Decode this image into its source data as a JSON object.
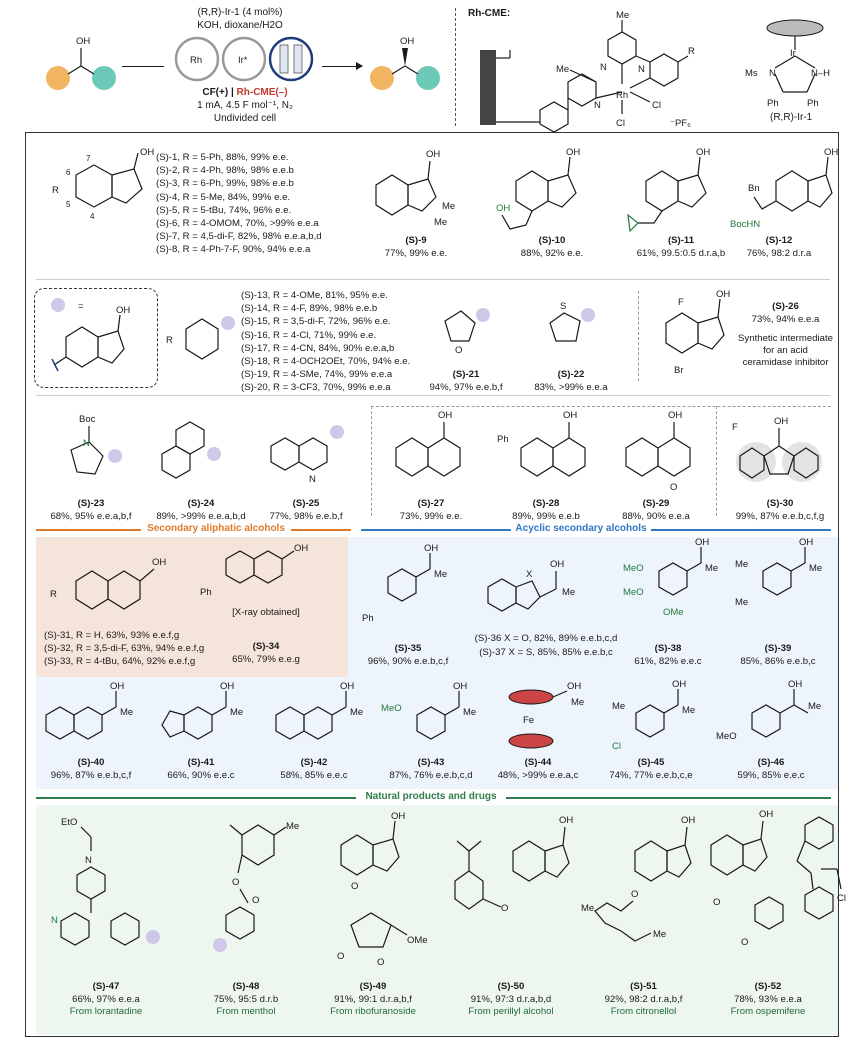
{
  "scheme": {
    "catalyst_line": "(R,R)-Ir-1 (4 mol%)",
    "base_line": "KOH, dioxane/H2O",
    "cycle_rh": "Rh",
    "cycle_ir": "Ir*",
    "electrodes_line_a": "CF(+) | ",
    "electrodes_line_b": "Rh-CME(–)",
    "current_line": "1 mA, 4.5 F mol⁻¹, N₂",
    "cell_line": "Undivided cell",
    "oh": "OH",
    "rhcme_title": "Rh-CME:",
    "me": "Me",
    "r": "R",
    "rh": "Rh",
    "cl": "Cl",
    "pf6": "⁻PF₆",
    "ms": "Ms",
    "nh": "N–H",
    "n": "N",
    "ir": "Ir",
    "ph": "Ph",
    "ir_caption": "(R,R)-Ir-1"
  },
  "indanol_list": [
    "(S)-1, R = 5-Ph, 88%, 99% e.e.",
    "(S)-2, R = 4-Ph, 98%, 98% e.e.b",
    "(S)-3, R = 6-Ph, 99%, 98% e.e.b",
    "(S)-4, R = 5-Me, 84%, 99% e.e.",
    "(S)-5, R = 5-tBu, 74%, 96% e.e.",
    "(S)-6, R = 4-OMOM, 70%, >99% e.e.a",
    "(S)-7, R = 4,5-di-F, 82%, 98% e.e.a,b,d",
    "(S)-8, R = 4-Ph-7-F, 90%, 94% e.e.a"
  ],
  "aryl_list": [
    "(S)-13, R = 4-OMe, 81%, 95% e.e.",
    "(S)-14, R = 4-F, 89%, 98% e.e.b",
    "(S)-15, R = 3,5-di-F, 72%, 96% e.e.",
    "(S)-16, R = 4-Cl, 71%, 99% e.e.",
    "(S)-17, R = 4-CN, 84%, 90% e.e.a,b",
    "(S)-18, R = 4-OCH2OEt, 70%, 94% e.e.",
    "(S)-19, R = 4-SMe, 74%, 99% e.e.a",
    "(S)-20, R = 3-CF3, 70%, 99% e.e.a"
  ],
  "aliphatic_list": [
    "(S)-31, R = H, 63%, 93% e.e.f,g",
    "(S)-32, R = 3,5-di-F, 63%, 94% e.e.f,g",
    "(S)-33, R = 4-tBu, 64%, 92% e.e.f,g"
  ],
  "compounds": {
    "c9": {
      "id": "(S)-9",
      "res": "77%, 99% e.e."
    },
    "c10": {
      "id": "(S)-10",
      "res": "88%, 92% e.e."
    },
    "c11": {
      "id": "(S)-11",
      "res": "61%, 99.5:0.5 d.r.a,b"
    },
    "c12": {
      "id": "(S)-12",
      "res": "76%, 98:2 d.r.a"
    },
    "c21": {
      "id": "(S)-21",
      "res": "94%, 97% e.e.b,f"
    },
    "c22": {
      "id": "(S)-22",
      "res": "83%, >99% e.e.a"
    },
    "c23": {
      "id": "(S)-23",
      "res": "68%, 95% e.e.a,b,f"
    },
    "c24": {
      "id": "(S)-24",
      "res": "89%, >99% e.e.a,b,d"
    },
    "c25": {
      "id": "(S)-25",
      "res": "77%, 98% e.e.b,f"
    },
    "c27": {
      "id": "(S)-27",
      "res": "73%, 99% e.e."
    },
    "c28": {
      "id": "(S)-28",
      "res": "89%, 99% e.e.b"
    },
    "c29": {
      "id": "(S)-29",
      "res": "88%, 90% e.e.a"
    },
    "c30": {
      "id": "(S)-30",
      "res": "99%, 87% e.e.b,c,f,g"
    },
    "c34": {
      "id": "(S)-34",
      "res": "65%, 79% e.e.g"
    },
    "c35": {
      "id": "(S)-35",
      "res": "96%, 90% e.e.b,c,f"
    },
    "c38": {
      "id": "(S)-38",
      "res": "61%, 82% e.e.c"
    },
    "c39": {
      "id": "(S)-39",
      "res": "85%, 86% e.e.b,c"
    },
    "c40": {
      "id": "(S)-40",
      "res": "96%, 87% e.e.b,c,f"
    },
    "c41": {
      "id": "(S)-41",
      "res": "66%, 90% e.e.c"
    },
    "c42": {
      "id": "(S)-42",
      "res": "58%, 85% e.e.c"
    },
    "c43": {
      "id": "(S)-43",
      "res": "87%, 76% e.e.b,c,d"
    },
    "c44": {
      "id": "(S)-44",
      "res": "48%, >99% e.e.a,c"
    },
    "c45": {
      "id": "(S)-45",
      "res": "74%, 77% e.e.b,c,e"
    },
    "c46": {
      "id": "(S)-46",
      "res": "59%, 85% e.e.c"
    },
    "c47": {
      "id": "(S)-47",
      "res": "66%, 97% e.e.a",
      "from": "From lorantadine"
    },
    "c48": {
      "id": "(S)-48",
      "res": "75%, 95:5 d.r.b",
      "from": "From menthol"
    },
    "c49": {
      "id": "(S)-49",
      "res": "91%, 99:1 d.r.a,b,f",
      "from": "From ribofuranoside"
    },
    "c50": {
      "id": "(S)-50",
      "res": "91%, 97:3 d.r.a,b,d",
      "from": "From perillyl alcohol"
    },
    "c51": {
      "id": "(S)-51",
      "res": "92%, 98:2 d.r.a,b,f",
      "from": "From citronellol"
    },
    "c52": {
      "id": "(S)-52",
      "res": "78%, 93% e.e.a",
      "from": "From ospemifene"
    }
  },
  "c36": "(S)-36 X = O, 82%, 89% e.e.b,c,d",
  "c37": "(S)-37 X = S, 85%, 85% e.e.b,c",
  "c26_id": "(S)-26",
  "c26_res": "73%, 94% e.e.a",
  "c26_note": "Synthetic intermediate for an acid ceramidase inhibitor",
  "xray": "[X-ray obtained]",
  "equals": "=",
  "sections": {
    "aliphatic": "Secondary aliphatic alcohols",
    "acyclic": "Acyclic secondary alcohols",
    "natural": "Natural products and drugs"
  },
  "labels": {
    "oh": "OH",
    "me": "Me",
    "r": "R",
    "f": "F",
    "br": "Br",
    "ph": "Ph",
    "boc": "Boc",
    "bochn": "BocHN",
    "bn": "Bn",
    "o": "O",
    "s": "S",
    "n": "N",
    "x": "X",
    "meo": "MeO",
    "ome": "OMe",
    "cl": "Cl",
    "fe": "Fe",
    "eto": "EtO",
    "n5": "5",
    "n4": "4",
    "n6": "6",
    "n7": "7"
  },
  "colors": {
    "orange": "#e07b2a",
    "peach_bg": "#f4e4da",
    "blue": "#2f78c4",
    "blue_bg": "#edf4fb",
    "green": "#2e7d4a",
    "green_bg": "#eef6f0",
    "purple_dot": "#cfc8e8",
    "teal_dot": "#6cc9b8",
    "orange_dot": "#f2b562"
  }
}
